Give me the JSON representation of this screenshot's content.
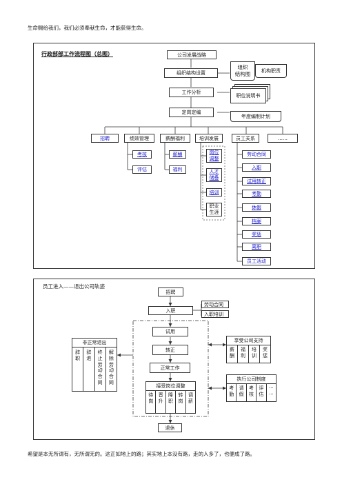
{
  "top_quote": "生命赐给我们，我们必须奉献生命，才能获得生命。",
  "bottom_quote": "希望是本无所谓有，无所谓无的。这正如地上的路；其实地上本没有路，走的人多了，也便成了路。",
  "diagram1": {
    "title": "行政部部工作流程图（总图）",
    "chain": [
      "公司发展战略",
      "组织结构设置",
      "工作分析",
      "定岗定编"
    ],
    "docs": {
      "org_a": "组织",
      "org_b": "结构图",
      "duties": "机构职责",
      "jd": "职位说明书",
      "plan": "年度编制计划"
    },
    "categories": [
      "招聘",
      "绩效管理",
      "薪酬福利",
      "培训发展",
      "员工关系",
      "……"
    ],
    "perf": [
      "考核",
      "评估"
    ],
    "comp": [
      "薪酬",
      "福利"
    ],
    "train": [
      "岗位\n调整",
      "人才\n储备",
      "培训",
      "职业\n生涯"
    ],
    "relations": [
      "劳动合同",
      "入职",
      "试用转正",
      "考勤",
      "休假",
      "档案",
      "奖惩",
      "离职",
      "员工活动"
    ]
  },
  "diagram2": {
    "title": "员工进入——退出公司轨迹",
    "flow": [
      "招聘",
      "入职",
      "试用",
      "转正",
      "正常工作",
      "退休"
    ],
    "onboard": [
      "劳动合同",
      "入职培训"
    ],
    "abnormal_title": "非正常退出",
    "abnormal": [
      "辞\n职",
      "辞\n退",
      "终\n止\n劳\n动\n合\n同",
      "解\n除\n劳\n动\n合\n同"
    ],
    "adjust_title": "接受岗位调整",
    "adjust": [
      "待\n岗",
      "晋\n升",
      "降\n职",
      "转\n岗",
      "调\n薪"
    ],
    "support_title": "享受公司支持",
    "support": [
      "薪\n酬",
      "福\n利",
      "培\n训",
      "奖\n惩"
    ],
    "rules_title": "执行公司制度",
    "rules": [
      "考\n勤",
      "请\n假",
      "考\n核",
      "评\n估",
      "···\n···"
    ]
  }
}
